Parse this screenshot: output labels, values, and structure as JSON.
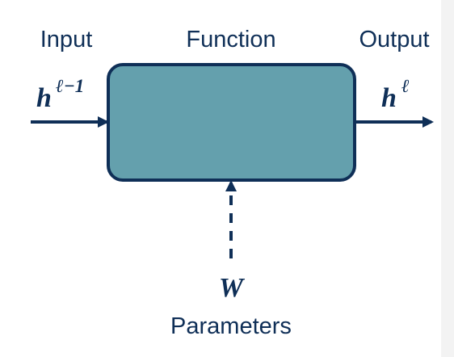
{
  "labels": {
    "input": "Input",
    "function": "Function",
    "output": "Output",
    "parameters": "Parameters"
  },
  "math": {
    "input_base": "h",
    "input_superscript": "ℓ−1",
    "output_base": "h",
    "output_superscript": "ℓ",
    "weights": "W"
  },
  "colors": {
    "box_fill": "#64a0ad",
    "stroke": "#0f2f57",
    "text": "#0f2f57"
  },
  "icons": {
    "input_arrow": "arrow-right-icon",
    "output_arrow": "arrow-right-icon",
    "parameter_arrow": "arrow-up-dashed-icon"
  }
}
